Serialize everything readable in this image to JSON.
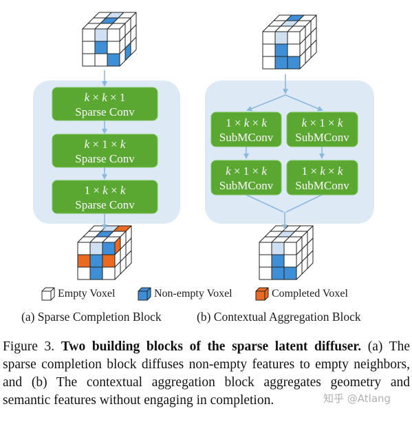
{
  "colors": {
    "panel": "#dde9f5",
    "block": "#5aa832",
    "block_border": "#7cc456",
    "arrow": "#8ab8e0",
    "empty": "#ffffff",
    "nonempty": "#3f8fd6",
    "completed": "#ea6a22",
    "light": "#cfe0f2"
  },
  "panel_a": {
    "blocks": [
      {
        "line1": "k × k × 1",
        "line2": "Sparse Conv"
      },
      {
        "line1": "k × 1 × k",
        "line2": "Sparse Conv"
      },
      {
        "line1": "1 × k × k",
        "line2": "Sparse Conv"
      }
    ],
    "subcaption": "(a) Sparse Completion Block"
  },
  "panel_b": {
    "blocks": [
      {
        "line1": "1 × k × k",
        "line2": "SubMConv"
      },
      {
        "line1": "k × 1 × k",
        "line2": "SubMConv"
      },
      {
        "line1": "k × 1 × k",
        "line2": "SubMConv"
      },
      {
        "line1": "1 × k × k",
        "line2": "SubMConv"
      }
    ],
    "subcaption": "(b) Contextual Aggregation Block"
  },
  "legend": [
    {
      "label": "Empty Voxel",
      "icon": "empty-voxel-icon"
    },
    {
      "label": "Non-empty Voxel",
      "icon": "nonempty-voxel-icon"
    },
    {
      "label": "Completed Voxel",
      "icon": "completed-voxel-icon"
    }
  ],
  "caption": {
    "prefix": "Figure 3.",
    "bold": "Two building blocks of the sparse latent diffuser.",
    "rest": "(a) The sparse completion block diffuses non-empty features to empty neighbors, and (b) The contextual aggregation block aggregates geometry and semantic features without engaging in completion."
  },
  "watermark": "知乎 @Atlang"
}
